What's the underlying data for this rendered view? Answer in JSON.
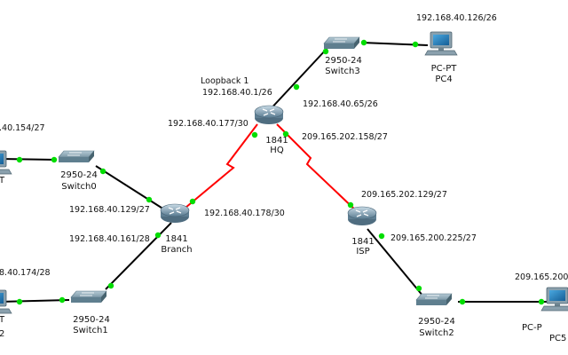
{
  "colors": {
    "serial_link": "#ff0000",
    "ethernet_link": "#000000",
    "port_up": "#00dd00",
    "router_body": "#7f9fb3",
    "switch_body": "#6f8f9f",
    "pc_screen": "#1e78b8"
  },
  "routers": {
    "hq": {
      "model": "1841",
      "name": "HQ"
    },
    "branch": {
      "model": "1841",
      "name": "Branch"
    },
    "isp": {
      "model": "1841",
      "name": "ISP"
    }
  },
  "switches": {
    "switch3": {
      "model": "2950-24",
      "name": "Switch3"
    },
    "switch0": {
      "model": "2950-24",
      "name": "Switch0"
    },
    "switch1": {
      "model": "2950-24",
      "name": "Switch1"
    },
    "switch2": {
      "model": "2950-24",
      "name": "Switch2"
    }
  },
  "pcs": {
    "pc4": {
      "model": "PC-PT",
      "name": "PC4"
    },
    "pc_left_top": {
      "model": "T",
      "name": ""
    },
    "pc_left_bottom": {
      "model": "T",
      "name": "2"
    },
    "pc5": {
      "model": "PC-P",
      "name": "PC5"
    }
  },
  "labels": {
    "loopback_title": "Loopback 1",
    "loopback_ip": "192.168.40.1/26",
    "pc4_ip": "192.168.40.126/26",
    "hq_lan": "192.168.40.65/26",
    "hq_serial_branch": "192.168.40.177/30",
    "hq_serial_isp": "209.165.202.158/27",
    "isp_serial": "209.165.202.129/27",
    "isp_lan": "209.165.200.225/27",
    "pc5_ip": "209.165.200",
    "branch_lan0": "192.168.40.129/27",
    "branch_lan1": "192.168.40.161/28",
    "branch_serial": "192.168.40.178/30",
    "pc_left_top_ip": ".40.154/27",
    "pc_left_bottom_ip": "8.40.174/28"
  }
}
